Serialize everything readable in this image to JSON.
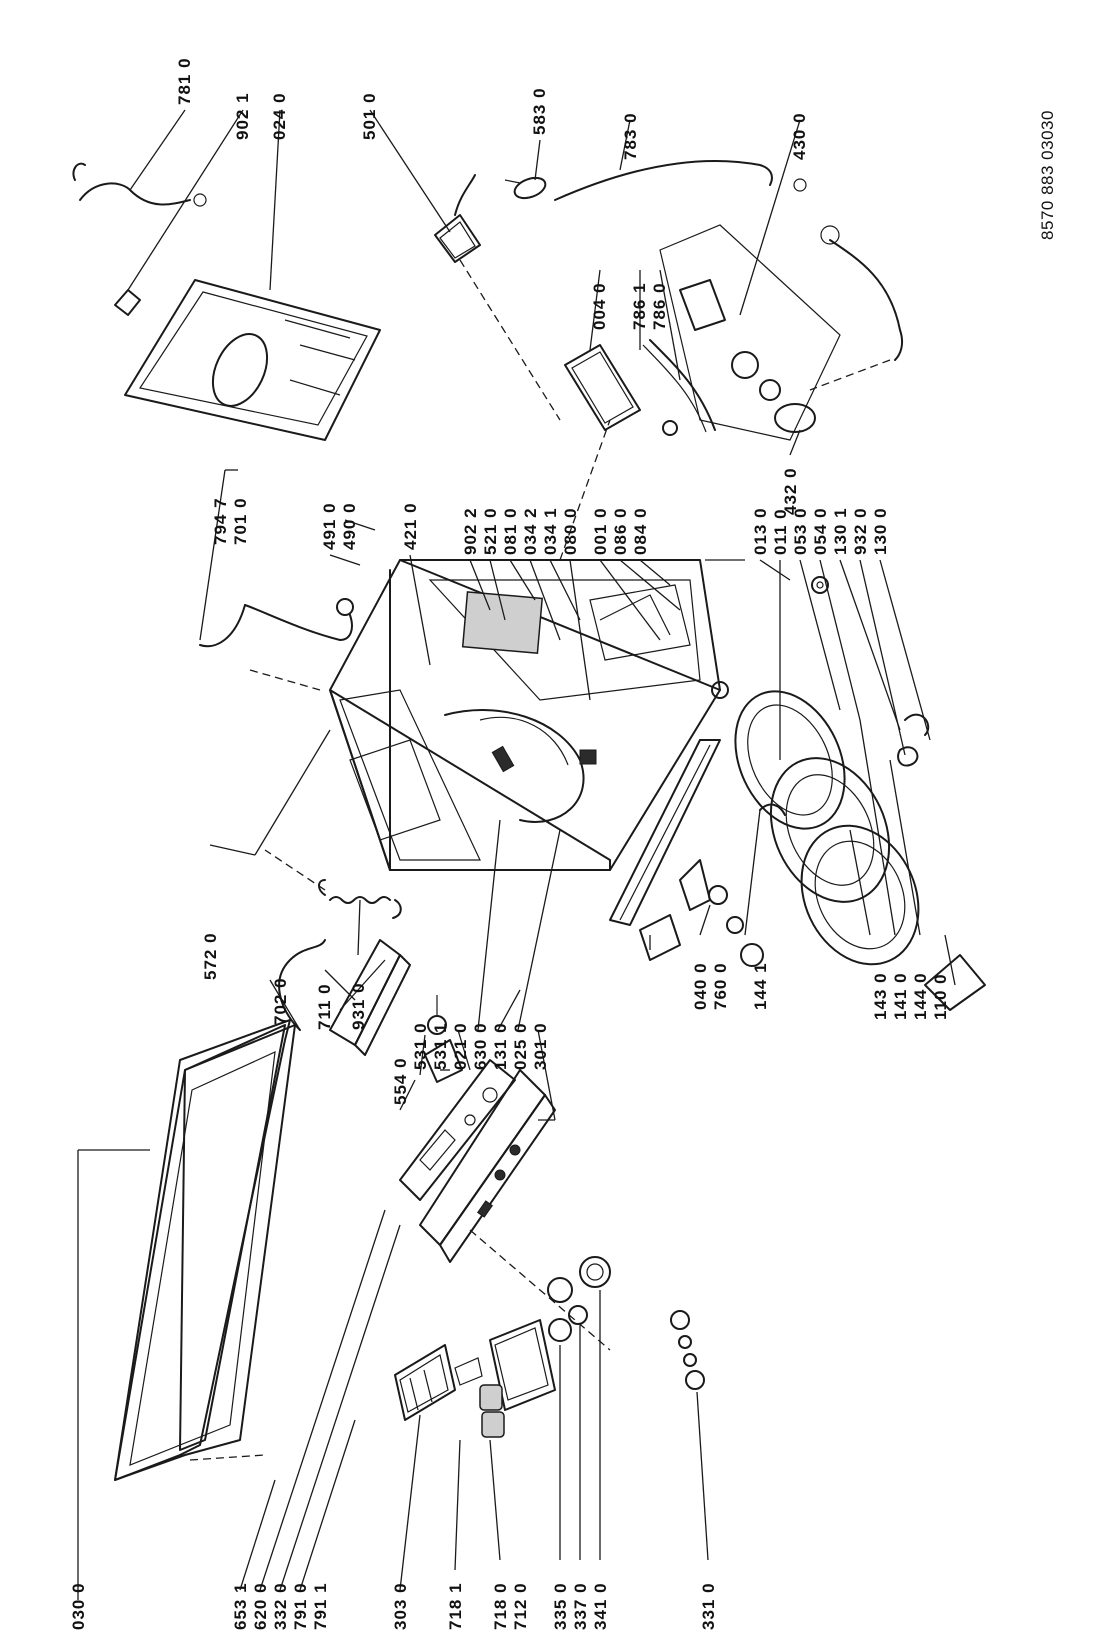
{
  "doc_code": "8570 883 03030",
  "labels": {
    "bottom": [
      "030 0",
      "653 1",
      "620 0",
      "332 0",
      "791 0",
      "791 1",
      "303 0",
      "718 1",
      "718 0",
      "712 0",
      "335 0",
      "337 0",
      "341 0",
      "331 0"
    ],
    "front_panel": [
      "702 0",
      "711 0",
      "931 0",
      "554 0",
      "531 0",
      "531 1",
      "021 0",
      "630 0",
      "131 0",
      "025 0",
      "301 0"
    ],
    "middle": [
      "572 0",
      "040 0",
      "760 0",
      "144 1"
    ],
    "door": [
      "143 0",
      "141 0",
      "144 0",
      "110 0"
    ],
    "cabinet": [
      "794 7",
      "701 0",
      "491 0",
      "490 0",
      "421 0",
      "902 2",
      "521 0",
      "081 0",
      "034 2",
      "034 1",
      "080 0",
      "001 0",
      "086 0",
      "084 0",
      "013 0",
      "432 0",
      "011 0",
      "053 0",
      "054 0",
      "130 1",
      "932 0",
      "130 0"
    ],
    "top": [
      "781 0",
      "902 1",
      "024 0",
      "501 0",
      "583 0",
      "783 0",
      "430 0",
      "004 0",
      "786 1",
      "786 0"
    ]
  }
}
